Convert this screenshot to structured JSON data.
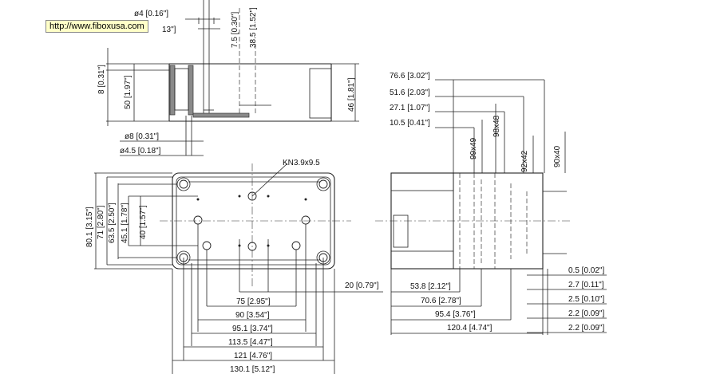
{
  "tooltip": "http://www.fiboxusa.com",
  "labels": {
    "top_hole_dia": "ø4 [0.16\"]",
    "top_013": "13\"]",
    "top_75": "7.5 [0.30\"]",
    "top_385": "38.5 [1.52\"]",
    "side_8": "8 [0.31\"]",
    "side_50": "50 [1.97\"]",
    "side_46": "46 [1.81\"]",
    "side_d8": "ø8 [0.31\"]",
    "side_d45": "ø4.5 [0.18\"]",
    "front_kn": "KN3.9x9.5",
    "front_801": "80.1 [3.15\"]",
    "front_71": "71 [2.80\"]",
    "front_635": "63.5 [2.50\"]",
    "front_451": "45.1 [1.78\"]",
    "front_40": "40 [1.57\"]",
    "front_20": "20 [0.79\"]",
    "front_75": "75 [2.95\"]",
    "front_90": "90 [3.54\"]",
    "front_951": "95.1 [3.74\"]",
    "front_1135": "113.5 [4.47\"]",
    "front_121": "121 [4.76\"]",
    "front_1301": "130.1 [5.12\"]",
    "right_766": "76.6 [3.02\"]",
    "right_516": "51.6 [2.03\"]",
    "right_271": "27.1 [1.07\"]",
    "right_105": "10.5 [0.41\"]",
    "right_99x49": "99x49",
    "right_98x48": "98x48",
    "right_92x42": "92x42",
    "right_90x40": "90x40",
    "right_538": "53.8 [2.12\"]",
    "right_706": "70.6 [2.78\"]",
    "right_954": "95.4 [3.76\"]",
    "right_1204": "120.4 [4.74\"]",
    "right_05": "0.5 [0.02\"]",
    "right_27": "2.7 [0.11\"]",
    "right_25": "2.5 [0.10\"]",
    "right_22a": "2.2 [0.09\"]",
    "right_22b": "2.2 [0.09\"]"
  }
}
